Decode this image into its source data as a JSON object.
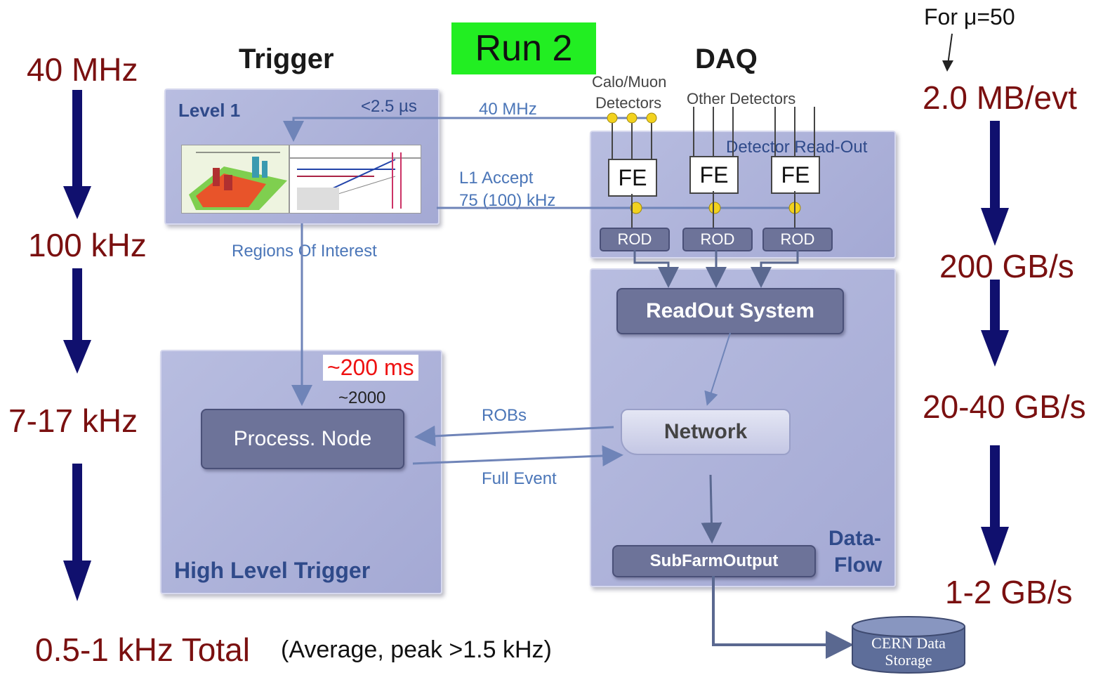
{
  "run_label": "Run 2",
  "mu_label": "For μ=50",
  "headers": {
    "trigger": "Trigger",
    "daq": "DAQ"
  },
  "left_rates": [
    "40 MHz",
    "100 kHz",
    "7-17 kHz"
  ],
  "bottom": {
    "total": "0.5-1 kHz Total",
    "note": "(Average, peak >1.5 kHz)"
  },
  "right_rates": [
    "2.0 MB/evt",
    "200 GB/s",
    "20-40 GB/s",
    "1-2 GB/s"
  ],
  "level1": {
    "title": "Level 1",
    "latency": "<2.5 µs"
  },
  "hlt": {
    "title": "High  Level Trigger",
    "latency": "~200 ms",
    "node_count": "~2000",
    "node_label": "Process. Node"
  },
  "links": {
    "mhz": "40 MHz",
    "l1_accept": "L1 Accept",
    "l1_rate": "75 (100) kHz",
    "roi": "Regions Of Interest",
    "robs": "ROBs",
    "full_event": "Full Event"
  },
  "detectors": {
    "calo_muon_1": "Calo/Muon",
    "calo_muon_2": "Detectors",
    "other": "Other Detectors",
    "readout": "Detector Read-Out"
  },
  "fe_labels": [
    "FE",
    "FE",
    "FE"
  ],
  "rod_labels": [
    "ROD",
    "ROD",
    "ROD"
  ],
  "dataflow": {
    "ros": "ReadOut System",
    "network": "Network",
    "sfo": "SubFarmOutput",
    "title_1": "Data-",
    "title_2": "Flow"
  },
  "storage": {
    "line1": "CERN Data",
    "line2": "Storage"
  },
  "colors": {
    "rate_text": "#7a1010",
    "arrow_navy": "#10106e",
    "run_bg": "#22ee22",
    "panel": "#aeb3da",
    "hlt_latency": "#ee1111"
  }
}
